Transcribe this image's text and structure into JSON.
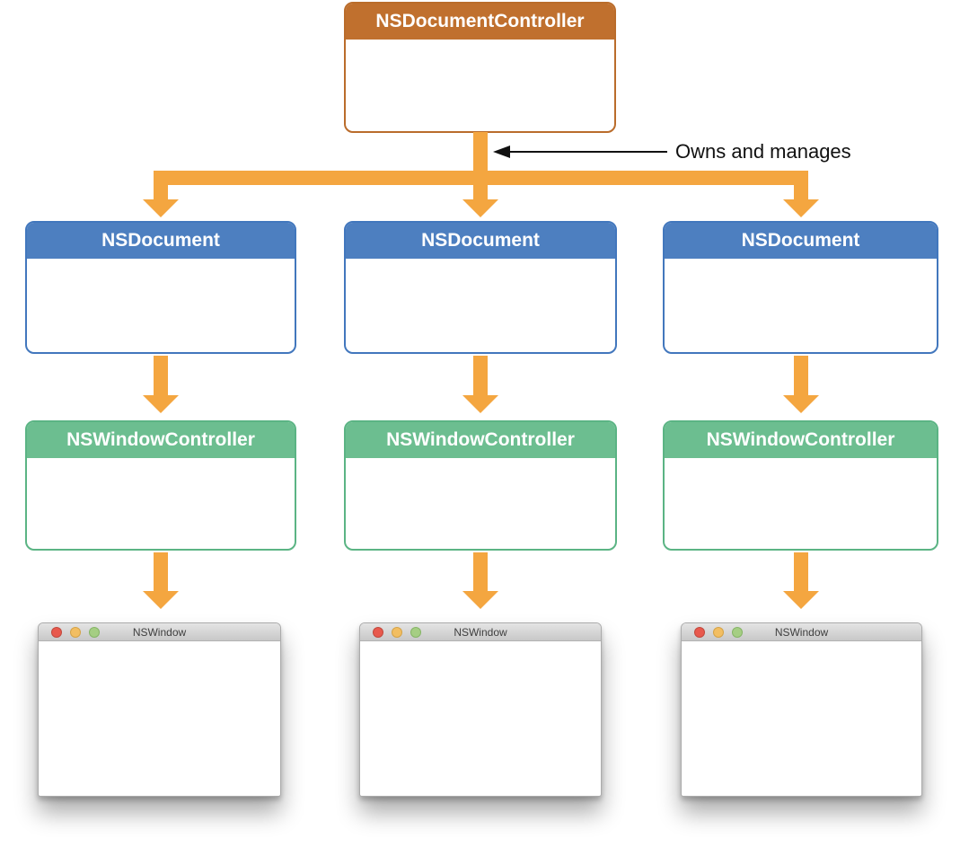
{
  "diagram": {
    "root_class": {
      "name": "NSDocumentController"
    },
    "annotation": {
      "label": "Owns and manages"
    },
    "columns": [
      {
        "document_class": "NSDocument",
        "controller_class": "NSWindowController",
        "window_title": "NSWindow"
      },
      {
        "document_class": "NSDocument",
        "controller_class": "NSWindowController",
        "window_title": "NSWindow"
      },
      {
        "document_class": "NSDocument",
        "controller_class": "NSWindowController",
        "window_title": "NSWindow"
      }
    ],
    "colors": {
      "arrow": "#F4A640",
      "root_header": "#C0702E",
      "root_border": "#BA6C2B",
      "doc_header": "#4D7FC0",
      "doc_border": "#4277BD",
      "wc_header": "#6CBE90",
      "wc_border": "#5BB484",
      "annotation": "#111111",
      "titlebar_top": "#E4E4E4",
      "titlebar_bottom": "#C8C8C8",
      "traffic_red": "#E8594D",
      "traffic_yellow": "#F2BE62",
      "traffic_green": "#A5CE83"
    }
  }
}
